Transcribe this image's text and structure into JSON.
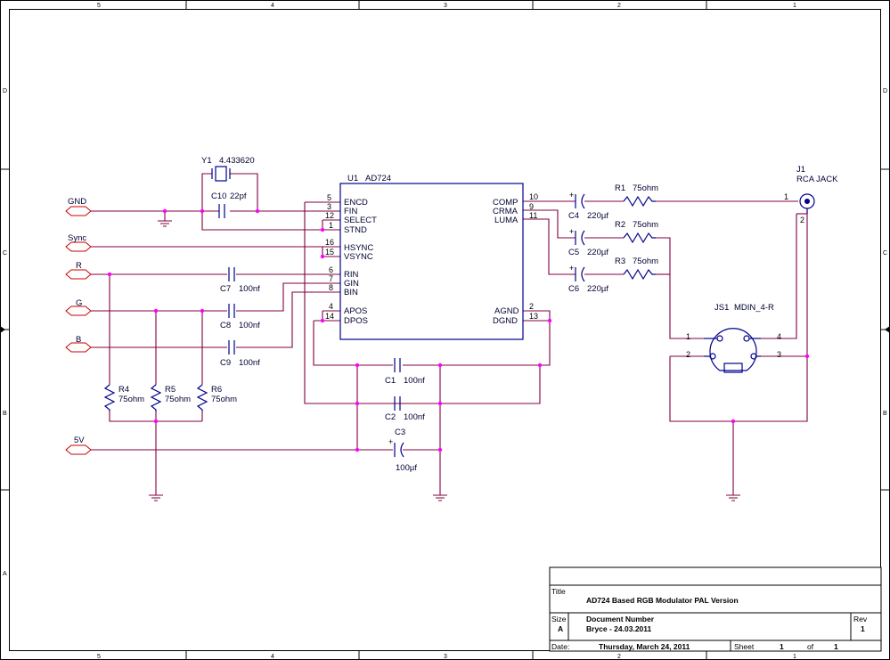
{
  "frame": {
    "columns": [
      "5",
      "4",
      "3",
      "2",
      "1"
    ],
    "rows": [
      "D",
      "C",
      "B",
      "A"
    ]
  },
  "nets": {
    "gnd": "GND",
    "sync": "Sync",
    "r": "R",
    "g": "G",
    "b": "B",
    "v5": "5V"
  },
  "ic": {
    "ref": "U1",
    "value": "AD724",
    "left_pins": [
      {
        "num": "5",
        "name": "ENCD"
      },
      {
        "num": "3",
        "name": "FIN"
      },
      {
        "num": "12",
        "name": "SELECT"
      },
      {
        "num": "1",
        "name": "STND"
      },
      {
        "num": "16",
        "name": "HSYNC"
      },
      {
        "num": "15",
        "name": "VSYNC"
      },
      {
        "num": "6",
        "name": "RIN"
      },
      {
        "num": "7",
        "name": "GIN"
      },
      {
        "num": "8",
        "name": "BIN"
      },
      {
        "num": "4",
        "name": "APOS"
      },
      {
        "num": "14",
        "name": "DPOS"
      }
    ],
    "right_pins": [
      {
        "num": "10",
        "name": "COMP"
      },
      {
        "num": "9",
        "name": "CRMA"
      },
      {
        "num": "11",
        "name": "LUMA"
      },
      {
        "num": "2",
        "name": "AGND"
      },
      {
        "num": "13",
        "name": "DGND"
      }
    ]
  },
  "crystal": {
    "ref": "Y1",
    "value": "4.433620"
  },
  "c10": {
    "ref": "C10",
    "value": "22pf"
  },
  "c7": {
    "ref": "C7",
    "value": "100nf"
  },
  "c8": {
    "ref": "C8",
    "value": "100nf"
  },
  "c9": {
    "ref": "C9",
    "value": "100nf"
  },
  "c1": {
    "ref": "C1",
    "value": "100nf"
  },
  "c2": {
    "ref": "C2",
    "value": "100nf"
  },
  "c3": {
    "ref": "C3",
    "value": "100µf"
  },
  "c4": {
    "ref": "C4",
    "value": "220µf"
  },
  "c5": {
    "ref": "C5",
    "value": "220µf"
  },
  "c6": {
    "ref": "C6",
    "value": "220µf"
  },
  "r1": {
    "ref": "R1",
    "value": "75ohm"
  },
  "r2": {
    "ref": "R2",
    "value": "75ohm"
  },
  "r3": {
    "ref": "R3",
    "value": "75ohm"
  },
  "r4": {
    "ref": "R4",
    "value": "75ohm"
  },
  "r5": {
    "ref": "R5",
    "value": "75ohm"
  },
  "r6": {
    "ref": "R6",
    "value": "75ohm"
  },
  "j1": {
    "ref": "J1",
    "value": "RCA JACK",
    "pin1": "1",
    "pin2": "2"
  },
  "js1": {
    "ref": "JS1",
    "value": "MDIN_4-R",
    "pin1": "1",
    "pin2": "2",
    "pin3": "3",
    "pin4": "4"
  },
  "title_block": {
    "title_label": "Title",
    "title": "AD724 Based RGB Modulator PAL Version",
    "size_label": "Size",
    "size": "A",
    "docnum_label": "Document Number",
    "docnum": "Bryce - 24.03.2011",
    "rev_label": "Rev",
    "rev": "1",
    "date_label": "Date:",
    "date": "Thursday, March 24, 2011",
    "sheet_label": "Sheet",
    "sheet": "1",
    "of_label": "of",
    "sheet_total": "1"
  },
  "colors": {
    "wire": "#800040",
    "component": "#00008b",
    "junction": "#ff00ff",
    "port": "#cc0000"
  }
}
